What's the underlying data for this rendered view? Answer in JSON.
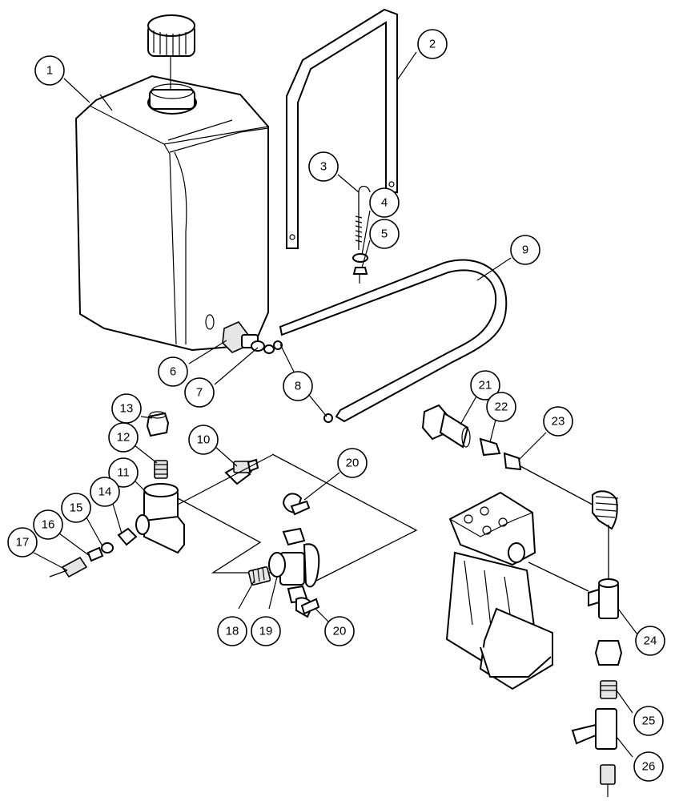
{
  "callouts": [
    {
      "label": "1"
    },
    {
      "label": "2"
    },
    {
      "label": "3"
    },
    {
      "label": "4"
    },
    {
      "label": "5"
    },
    {
      "label": "6"
    },
    {
      "label": "7"
    },
    {
      "label": "8"
    },
    {
      "label": "8"
    },
    {
      "label": "9"
    },
    {
      "label": "10"
    },
    {
      "label": "11"
    },
    {
      "label": "12"
    },
    {
      "label": "13"
    },
    {
      "label": "14"
    },
    {
      "label": "15"
    },
    {
      "label": "16"
    },
    {
      "label": "17"
    },
    {
      "label": "18"
    },
    {
      "label": "19"
    },
    {
      "label": "20"
    },
    {
      "label": "20"
    },
    {
      "label": "21"
    },
    {
      "label": "22"
    },
    {
      "label": "23"
    },
    {
      "label": "24"
    },
    {
      "label": "25"
    },
    {
      "label": "26"
    }
  ]
}
